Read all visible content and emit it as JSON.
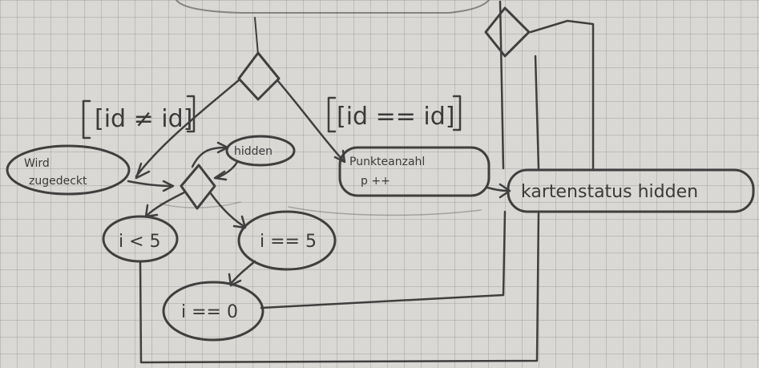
{
  "diagram": {
    "nodes": {
      "wird_zugedeckt": [
        "Wird",
        "zugedeckt"
      ],
      "hidden": "hidden",
      "punkteanzahl": [
        "Punkteanzahl",
        "p ++"
      ],
      "kartenstatus_hidden": "kartenstatus hidden",
      "i_lt_5": "i < 5",
      "i_eq_5": "i == 5",
      "i_eq_0": "i == 0"
    },
    "guards": {
      "id_neq": "[id ≠ id]",
      "id_eq": "[id == id]"
    },
    "colors": {
      "paper": "#d9d8d4",
      "grid": "#8c8c96",
      "ink": "#3f3f3f"
    }
  }
}
